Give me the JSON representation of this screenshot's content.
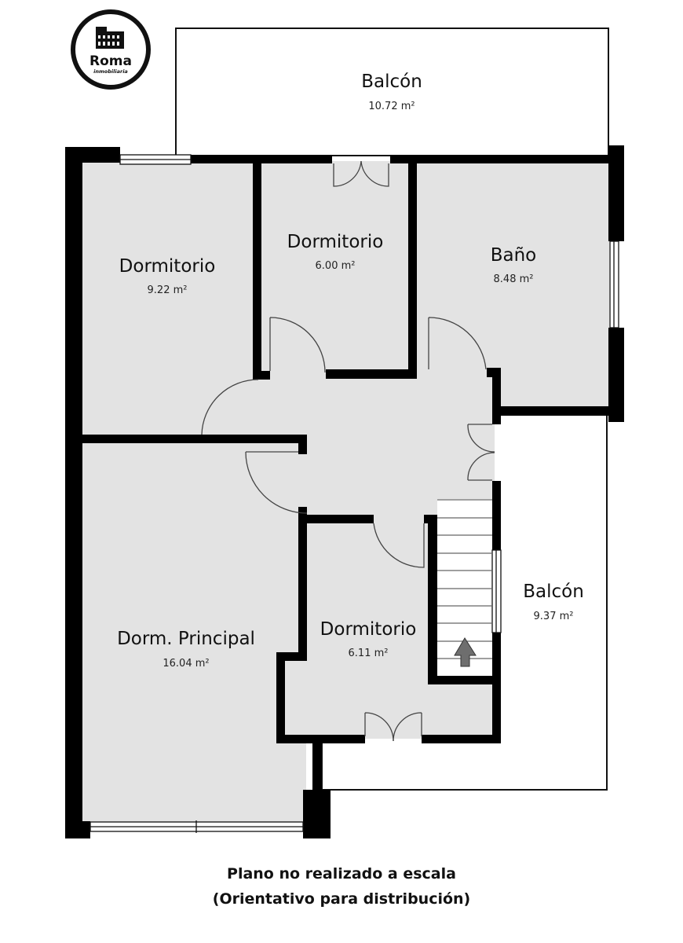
{
  "logo": {
    "title": "Roma",
    "subtitle": "inmobiliaria",
    "icon": "colosseum-icon"
  },
  "rooms": {
    "balcon_top": {
      "name": "Balcón",
      "area": "10.72 m²"
    },
    "dormitorio_1": {
      "name": "Dormitorio",
      "area": "9.22 m²"
    },
    "dormitorio_2": {
      "name": "Dormitorio",
      "area": "6.00 m²"
    },
    "bano": {
      "name": "Baño",
      "area": "8.48 m²"
    },
    "dorm_principal": {
      "name": "Dorm. Principal",
      "area": "16.04 m²"
    },
    "dormitorio_3": {
      "name": "Dormitorio",
      "area": "6.11 m²"
    },
    "balcon_right": {
      "name": "Balcón",
      "area": "9.37 m²"
    }
  },
  "stairs": {
    "direction": "up",
    "icon": "arrow-up-icon",
    "steps": 10
  },
  "colors": {
    "wall": "#000000",
    "floor": "#e3e3e3",
    "outdoor": "#ffffff",
    "door_line": "#444444",
    "arrow": "#6e6e6e"
  },
  "footer": {
    "line1": "Plano no realizado a escala",
    "line2": "(Orientativo para distribución)"
  }
}
